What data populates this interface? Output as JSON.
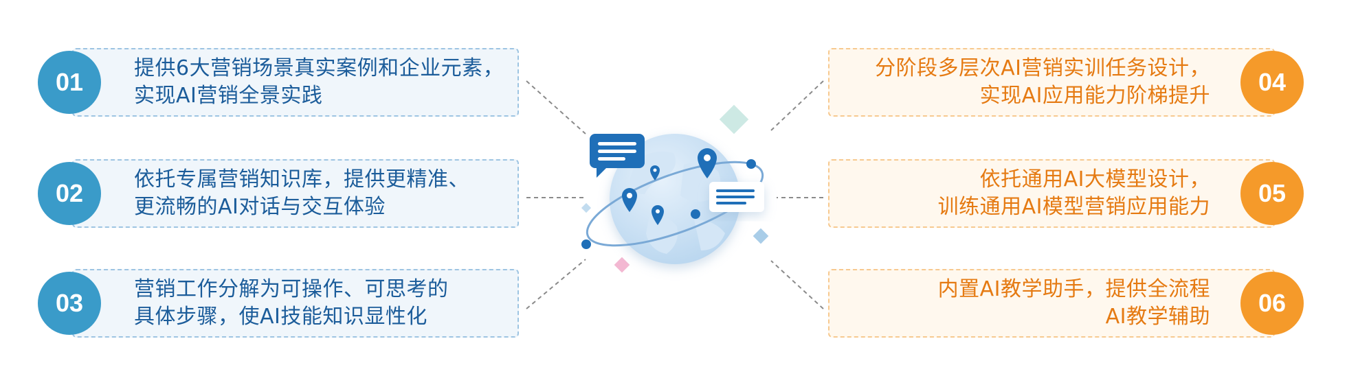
{
  "colors": {
    "left_badge": "#3a9bc9",
    "left_text": "#1b5c9a",
    "left_border": "#9dc4e2",
    "left_bg": "#f0f6fb",
    "right_badge": "#f59a2a",
    "right_text": "#e57a12",
    "right_border": "#f7c98f",
    "right_bg": "#fff8ee"
  },
  "icons": {
    "center": "globe-with-map-pins-and-chat-bubbles-icon"
  },
  "left_items": [
    {
      "number": "01",
      "line1": "提供6大营销场景真实案例和企业元素，",
      "line2": "实现AI营销全景实践"
    },
    {
      "number": "02",
      "line1": "依托专属营销知识库，提供更精准、",
      "line2": "更流畅的AI对话与交互体验"
    },
    {
      "number": "03",
      "line1": "营销工作分解为可操作、可思考的",
      "line2": "具体步骤，使AI技能知识显性化"
    }
  ],
  "right_items": [
    {
      "number": "04",
      "line1": "分阶段多层次AI营销实训任务设计，",
      "line2": "实现AI应用能力阶梯提升"
    },
    {
      "number": "05",
      "line1": "依托通用AI大模型设计，",
      "line2": "训练通用AI模型营销应用能力"
    },
    {
      "number": "06",
      "line1": "内置AI教学助手，提供全流程",
      "line2": "AI教学辅助"
    }
  ]
}
